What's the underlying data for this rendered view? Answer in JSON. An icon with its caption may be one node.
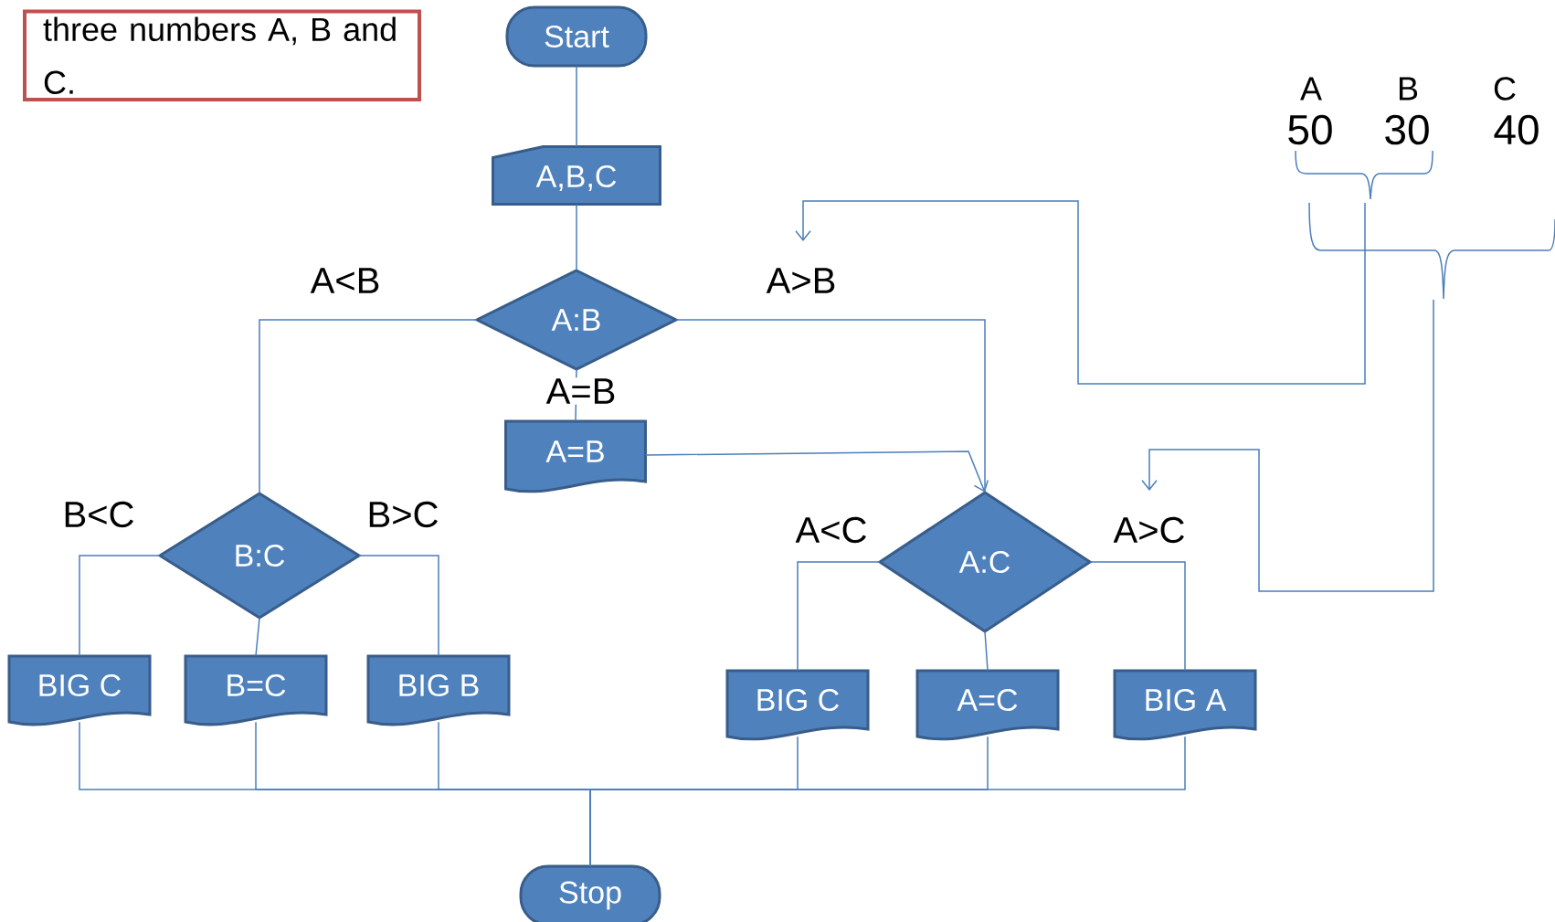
{
  "diagram": {
    "nodes": [
      {
        "text": [
          "three numbers A, B and C."
        ]
      },
      {
        "text": [
          "Start"
        ]
      },
      {
        "text": [
          "A,B,C"
        ]
      },
      {
        "text": [
          "A:B"
        ]
      },
      {
        "text": [
          "A=B"
        ]
      },
      {
        "text": [
          "B:C"
        ]
      },
      {
        "text": [
          "BIG C"
        ]
      },
      {
        "text": [
          "B=C"
        ]
      },
      {
        "text": [
          "BIG B"
        ]
      },
      {
        "text": [
          "A:C"
        ]
      },
      {
        "text": [
          "BIG C"
        ]
      },
      {
        "text": [
          "A=C"
        ]
      },
      {
        "text": [
          "BIG A"
        ]
      },
      {
        "text": [
          "Stop"
        ]
      }
    ],
    "edges": [
      {
        "from": 1,
        "to": 2,
        "arrow": "none"
      },
      {
        "from": 2,
        "to": 3,
        "arrow": "none"
      },
      {
        "from": 3,
        "to": 5,
        "arrow": "none",
        "label": "A<B"
      },
      {
        "from": 3,
        "to": 4,
        "arrow": "none",
        "label": "A=B"
      },
      {
        "from": 3,
        "to": 9,
        "arrow": "none",
        "label": "A>B"
      },
      {
        "from": 4,
        "to": 9,
        "arrow": "to"
      },
      {
        "from": 5,
        "to": 6,
        "arrow": "none",
        "label": "B<C"
      },
      {
        "from": 5,
        "to": 7,
        "arrow": "none"
      },
      {
        "from": 5,
        "to": 8,
        "arrow": "none",
        "label": "B>C"
      },
      {
        "from": 9,
        "to": 10,
        "arrow": "none",
        "label": "A<C"
      },
      {
        "from": 9,
        "to": 11,
        "arrow": "none"
      },
      {
        "from": 9,
        "to": 12,
        "arrow": "none",
        "label": "A>C"
      },
      {
        "from": 6,
        "to": 13,
        "arrow": "none"
      },
      {
        "from": 7,
        "to": 13,
        "arrow": "none"
      },
      {
        "from": 8,
        "to": 13,
        "arrow": "none"
      },
      {
        "from": 10,
        "to": 13,
        "arrow": "none"
      },
      {
        "from": 11,
        "to": 13,
        "arrow": "none"
      },
      {
        "from": 12,
        "to": 13,
        "arrow": "none"
      }
    ],
    "labels": [
      "A",
      "B",
      "C",
      "50",
      "30",
      "40"
    ]
  }
}
